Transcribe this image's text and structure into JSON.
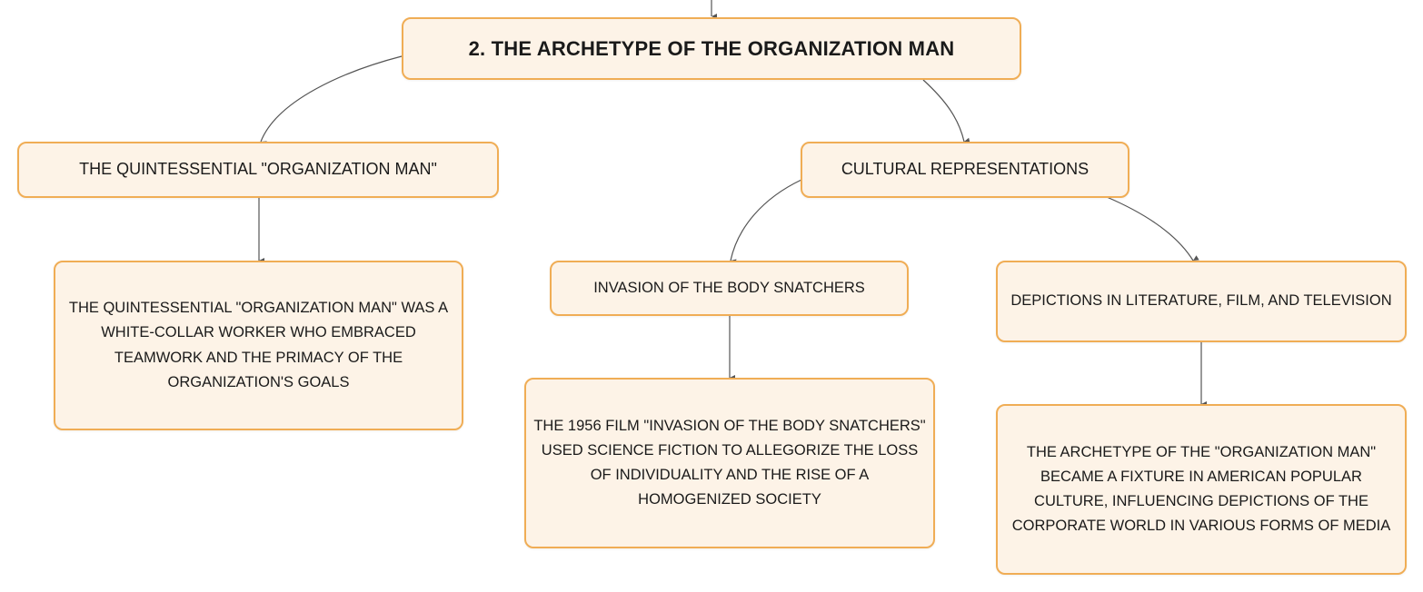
{
  "diagram": {
    "root": {
      "label": "2. THE ARCHETYPE OF THE ORGANIZATION MAN"
    },
    "branches": [
      {
        "label": "THE QUINTESSENTIAL \"ORGANIZATION MAN\"",
        "children": [
          {
            "label": "THE QUINTESSENTIAL \"ORGANIZATION MAN\" WAS A WHITE-COLLAR WORKER WHO EMBRACED TEAMWORK AND THE PRIMACY OF THE ORGANIZATION'S GOALS"
          }
        ]
      },
      {
        "label": "CULTURAL REPRESENTATIONS",
        "children": [
          {
            "label": "INVASION OF THE BODY SNATCHERS",
            "children": [
              {
                "label": "THE 1956 FILM \"INVASION OF THE BODY SNATCHERS\" USED SCIENCE FICTION TO ALLEGORIZE THE LOSS OF INDIVIDUALITY AND THE RISE OF A HOMOGENIZED SOCIETY"
              }
            ]
          },
          {
            "label": "DEPICTIONS IN LITERATURE, FILM, AND TELEVISION",
            "children": [
              {
                "label": "THE ARCHETYPE OF THE \"ORGANIZATION MAN\" BECAME A FIXTURE IN AMERICAN POPULAR CULTURE, INFLUENCING DEPICTIONS OF THE CORPORATE WORLD IN VARIOUS FORMS OF MEDIA"
              }
            ]
          }
        ]
      }
    ]
  },
  "colors": {
    "node_fill": "#fdf3e7",
    "node_border": "#f0ad55",
    "connector": "#555555",
    "text": "#1a1a1a"
  }
}
